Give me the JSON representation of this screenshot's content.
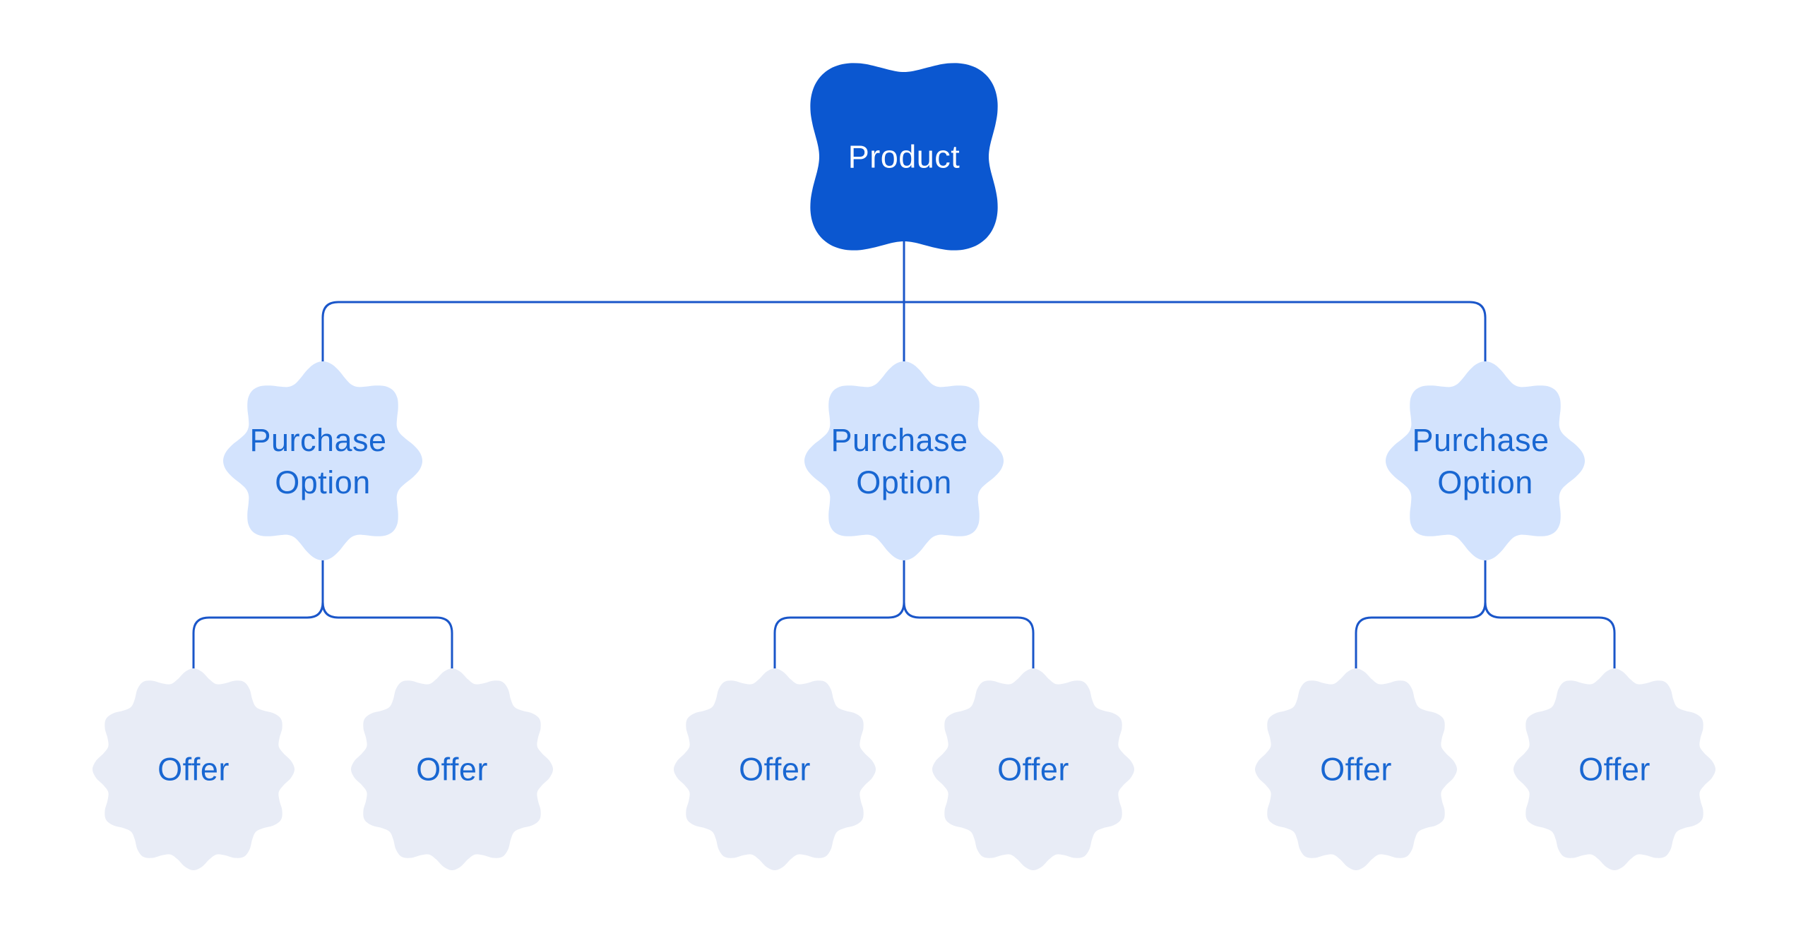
{
  "colors": {
    "background": "#ffffff",
    "connector": "#1a56c9",
    "product_fill": "#0b57d0",
    "product_text_color": "#ffffff",
    "option_fill": "#d3e3fd",
    "offer_fill": "#e8ecf6",
    "label_text_color": "#1967d2"
  },
  "nodes": {
    "product": {
      "label": "Product"
    },
    "purchase_options": [
      {
        "label_line1": "Purchase",
        "label_line2": "Option",
        "offers": [
          {
            "label": "Offer"
          },
          {
            "label": "Offer"
          }
        ]
      },
      {
        "label_line1": "Purchase",
        "label_line2": "Option",
        "offers": [
          {
            "label": "Offer"
          },
          {
            "label": "Offer"
          }
        ]
      },
      {
        "label_line1": "Purchase",
        "label_line2": "Option",
        "offers": [
          {
            "label": "Offer"
          },
          {
            "label": "Offer"
          }
        ]
      }
    ]
  }
}
